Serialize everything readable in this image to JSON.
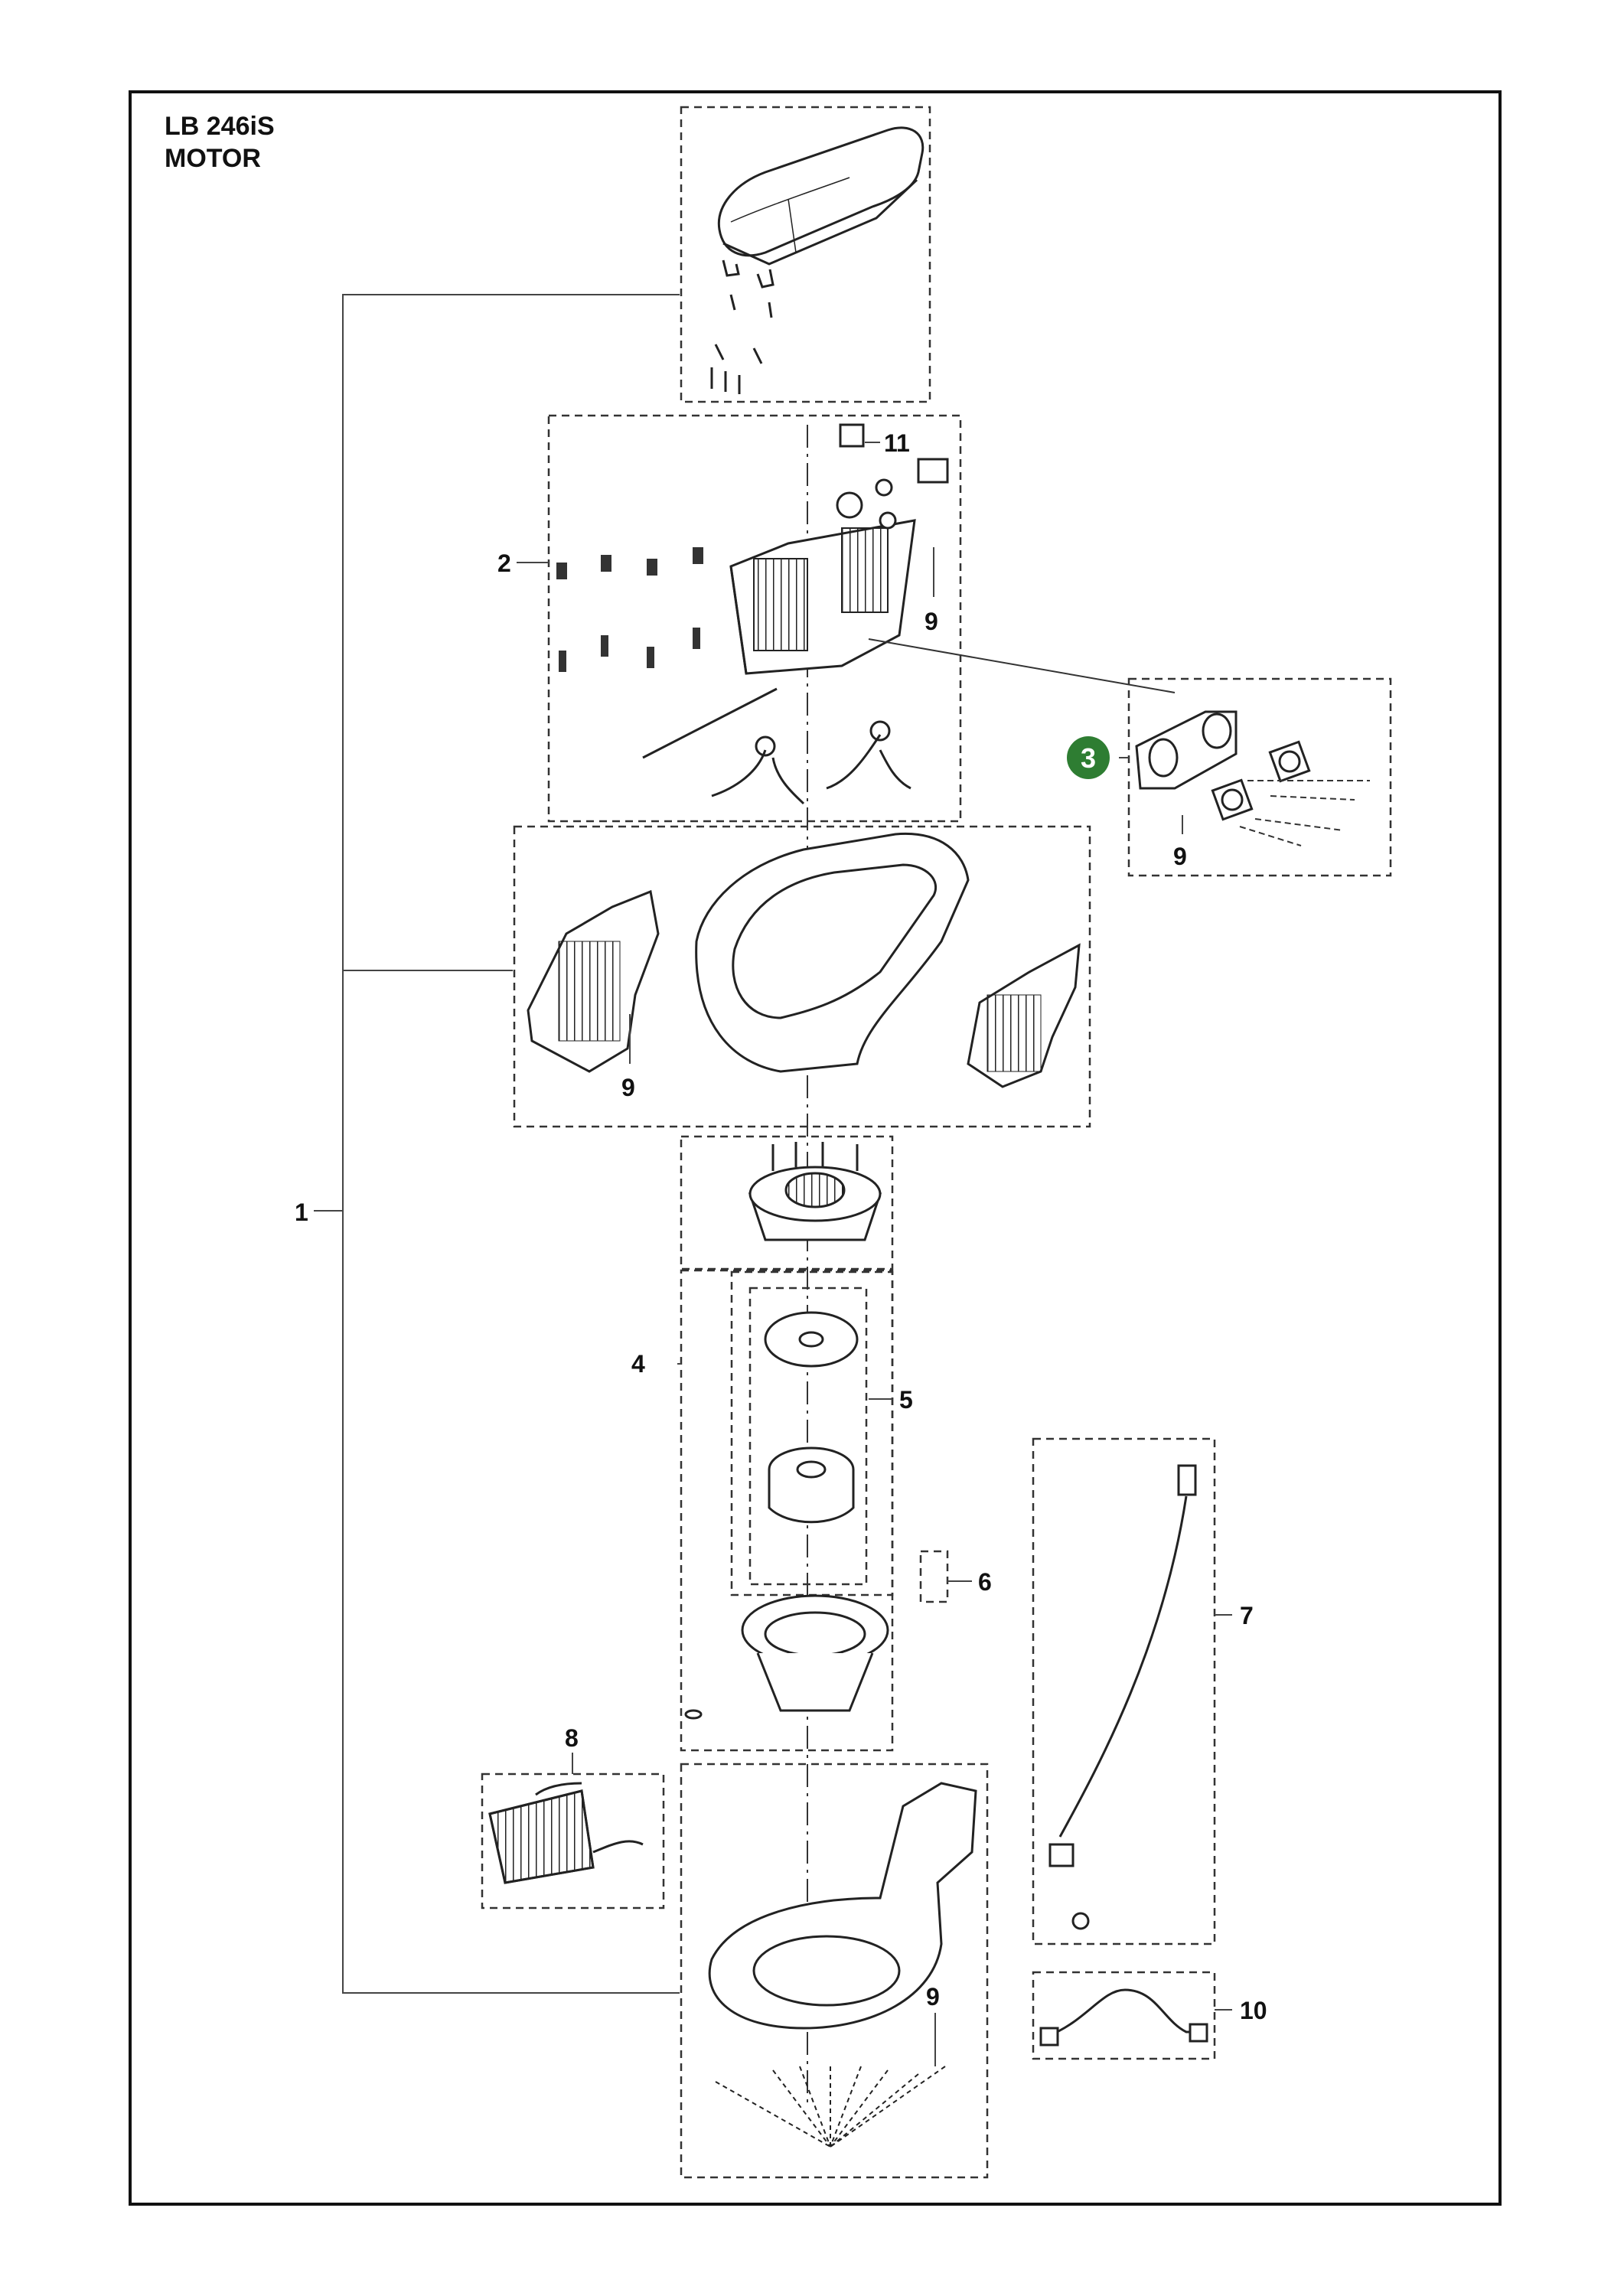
{
  "header": {
    "model": "LB 246iS",
    "section": "MOTOR"
  },
  "callouts": {
    "c1": "1",
    "c2": "2",
    "c3": "3",
    "c4": "4",
    "c5": "5",
    "c6": "6",
    "c7": "7",
    "c8": "8",
    "c9": "9",
    "c10": "10",
    "c11": "11"
  },
  "colors": {
    "line": "#111111",
    "highlight": "#2e7d32"
  }
}
